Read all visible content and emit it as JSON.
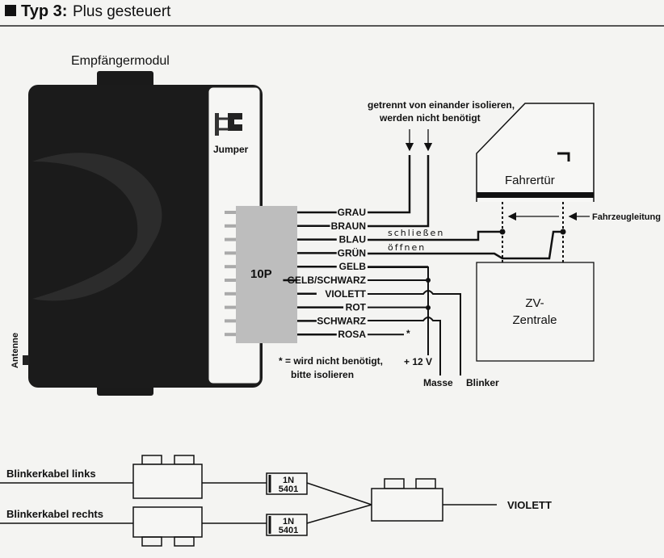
{
  "header": {
    "title_bold": "Typ 3:",
    "title_rest": "Plus gesteuert"
  },
  "module": {
    "label": "Empfängermodul",
    "jumper": "Jumper",
    "antenna": "Antenne",
    "connector": "10P"
  },
  "wires": [
    "GRAU",
    "BRAUN",
    "BLAU",
    "GRÜN",
    "GELB",
    "GELB/SCHWARZ",
    "VIOLETT",
    "ROT",
    "SCHWARZ",
    "ROSA"
  ],
  "notes": {
    "isolate_line1": "getrennt von einander isolieren,",
    "isolate_line2": "werden nicht benötigt",
    "close": "schließen",
    "open": "öffnen",
    "rosa_mark": "*",
    "footnote_line1": "* = wird nicht benötigt,",
    "footnote_line2": "bitte isolieren",
    "plus12v": "+ 12 V",
    "masse": "Masse",
    "blinker": "Blinker"
  },
  "door": {
    "label": "Fahrertür",
    "vehicle_wire": "Fahrzeugleitung"
  },
  "central": {
    "line1": "ZV-",
    "line2": "Zentrale"
  },
  "bottom": {
    "left_label": "Blinkerkabel links",
    "right_label": "Blinkerkabel rechts",
    "diode_line1": "1N",
    "diode_line2": "5401",
    "output_label": "VIOLETT"
  }
}
